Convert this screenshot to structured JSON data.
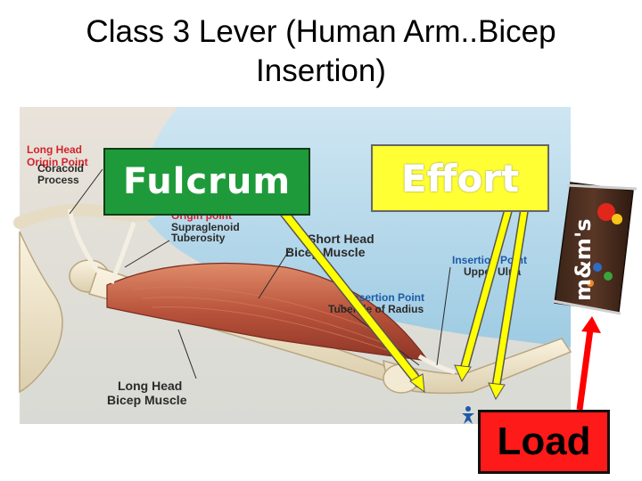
{
  "title": {
    "line1": "Class 3 Lever (Human Arm..Bicep",
    "line2": "Insertion)"
  },
  "labels": {
    "fulcrum": "Fulcrum",
    "effort": "Effort",
    "load": "Load"
  },
  "anatomy": {
    "long_head_origin_line1": "Long Head",
    "long_head_origin_line2": "Origin Point",
    "coracoid_line1": "Coracoid",
    "coracoid_line2": "Process",
    "origin_point": "Origin point",
    "supraglenoid_line1": "Supraglenoid",
    "supraglenoid_line2": "Tuberosity",
    "short_head_line1": "Short Head",
    "short_head_line2": "Bicep Muscle",
    "insertion_ulna_line1": "Insertion Point",
    "insertion_ulna_line2": "Upper Ulna",
    "insertion_radius_line1": "Insertion Point",
    "insertion_radius_line2": "Tubercle of Radius",
    "long_head_muscle_line1": "Long Head",
    "long_head_muscle_line2": "Bicep Muscle"
  },
  "load_object": {
    "brand_text": "m&m's",
    "icon": "candy-bag-icon"
  },
  "colors": {
    "fulcrum_box": "#1f9a3b",
    "effort_box": "#ffff33",
    "load_box": "#ff1a1a",
    "arrow_yellow": "#ffff00",
    "arrow_red": "#ff0000",
    "label_red": "#d2232a",
    "label_blue": "#1e5aa8",
    "label_dark": "#2a2a2a"
  }
}
